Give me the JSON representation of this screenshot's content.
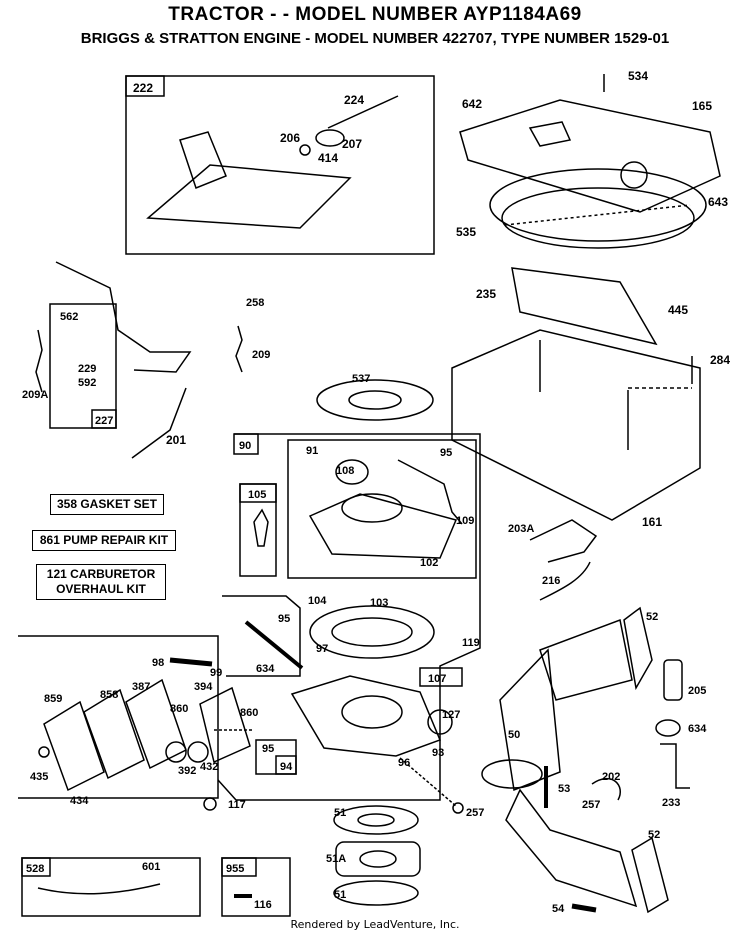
{
  "header": {
    "title": "TRACTOR - - MODEL NUMBER AYP1184A69",
    "subtitle": "BRIGGS & STRATTON ENGINE - MODEL NUMBER 422707, TYPE NUMBER 1529-01"
  },
  "kits": {
    "gasket_set": "358  GASKET SET",
    "pump_repair_kit": "861  PUMP REPAIR KIT",
    "carb_kit_line1": "121  CARBURETOR",
    "carb_kit_line2": "OVERHAUL KIT"
  },
  "parts": {
    "p222": "222",
    "p224": "224",
    "p206": "206",
    "p207": "207",
    "p414": "414",
    "p534": "534",
    "p642": "642",
    "p165": "165",
    "p643": "643",
    "p535": "535",
    "p235": "235",
    "p445": "445",
    "p284": "284",
    "p161": "161",
    "p258": "258",
    "p209": "209",
    "p562": "562",
    "p229": "229",
    "p592": "592",
    "p209a": "209A",
    "p227": "227",
    "p201": "201",
    "p537": "537",
    "p90": "90",
    "p91": "91",
    "p95": "95",
    "p108": "108",
    "p109": "109",
    "p102": "102",
    "p105": "105",
    "p203a": "203A",
    "p216": "216",
    "p104": "104",
    "p103": "103",
    "p119": "119",
    "p97": "97",
    "p98": "98",
    "p99": "99",
    "p634": "634",
    "p107": "107",
    "p127": "127",
    "p93": "93",
    "p96": "96",
    "p859": "859",
    "p858": "858",
    "p387": "387",
    "p394": "394",
    "p860": "860",
    "p392": "392",
    "p432": "432",
    "p435": "435",
    "p434": "434",
    "p94": "94",
    "p117": "117",
    "p257": "257",
    "p51": "51",
    "p51a": "51A",
    "p528": "528",
    "p601": "601",
    "p955": "955",
    "p116": "116",
    "p52": "52",
    "p205": "205",
    "p50": "50",
    "p53": "53",
    "p202": "202",
    "p233": "233",
    "p54": "54"
  },
  "footer": "Rendered by LeadVenture, Inc."
}
